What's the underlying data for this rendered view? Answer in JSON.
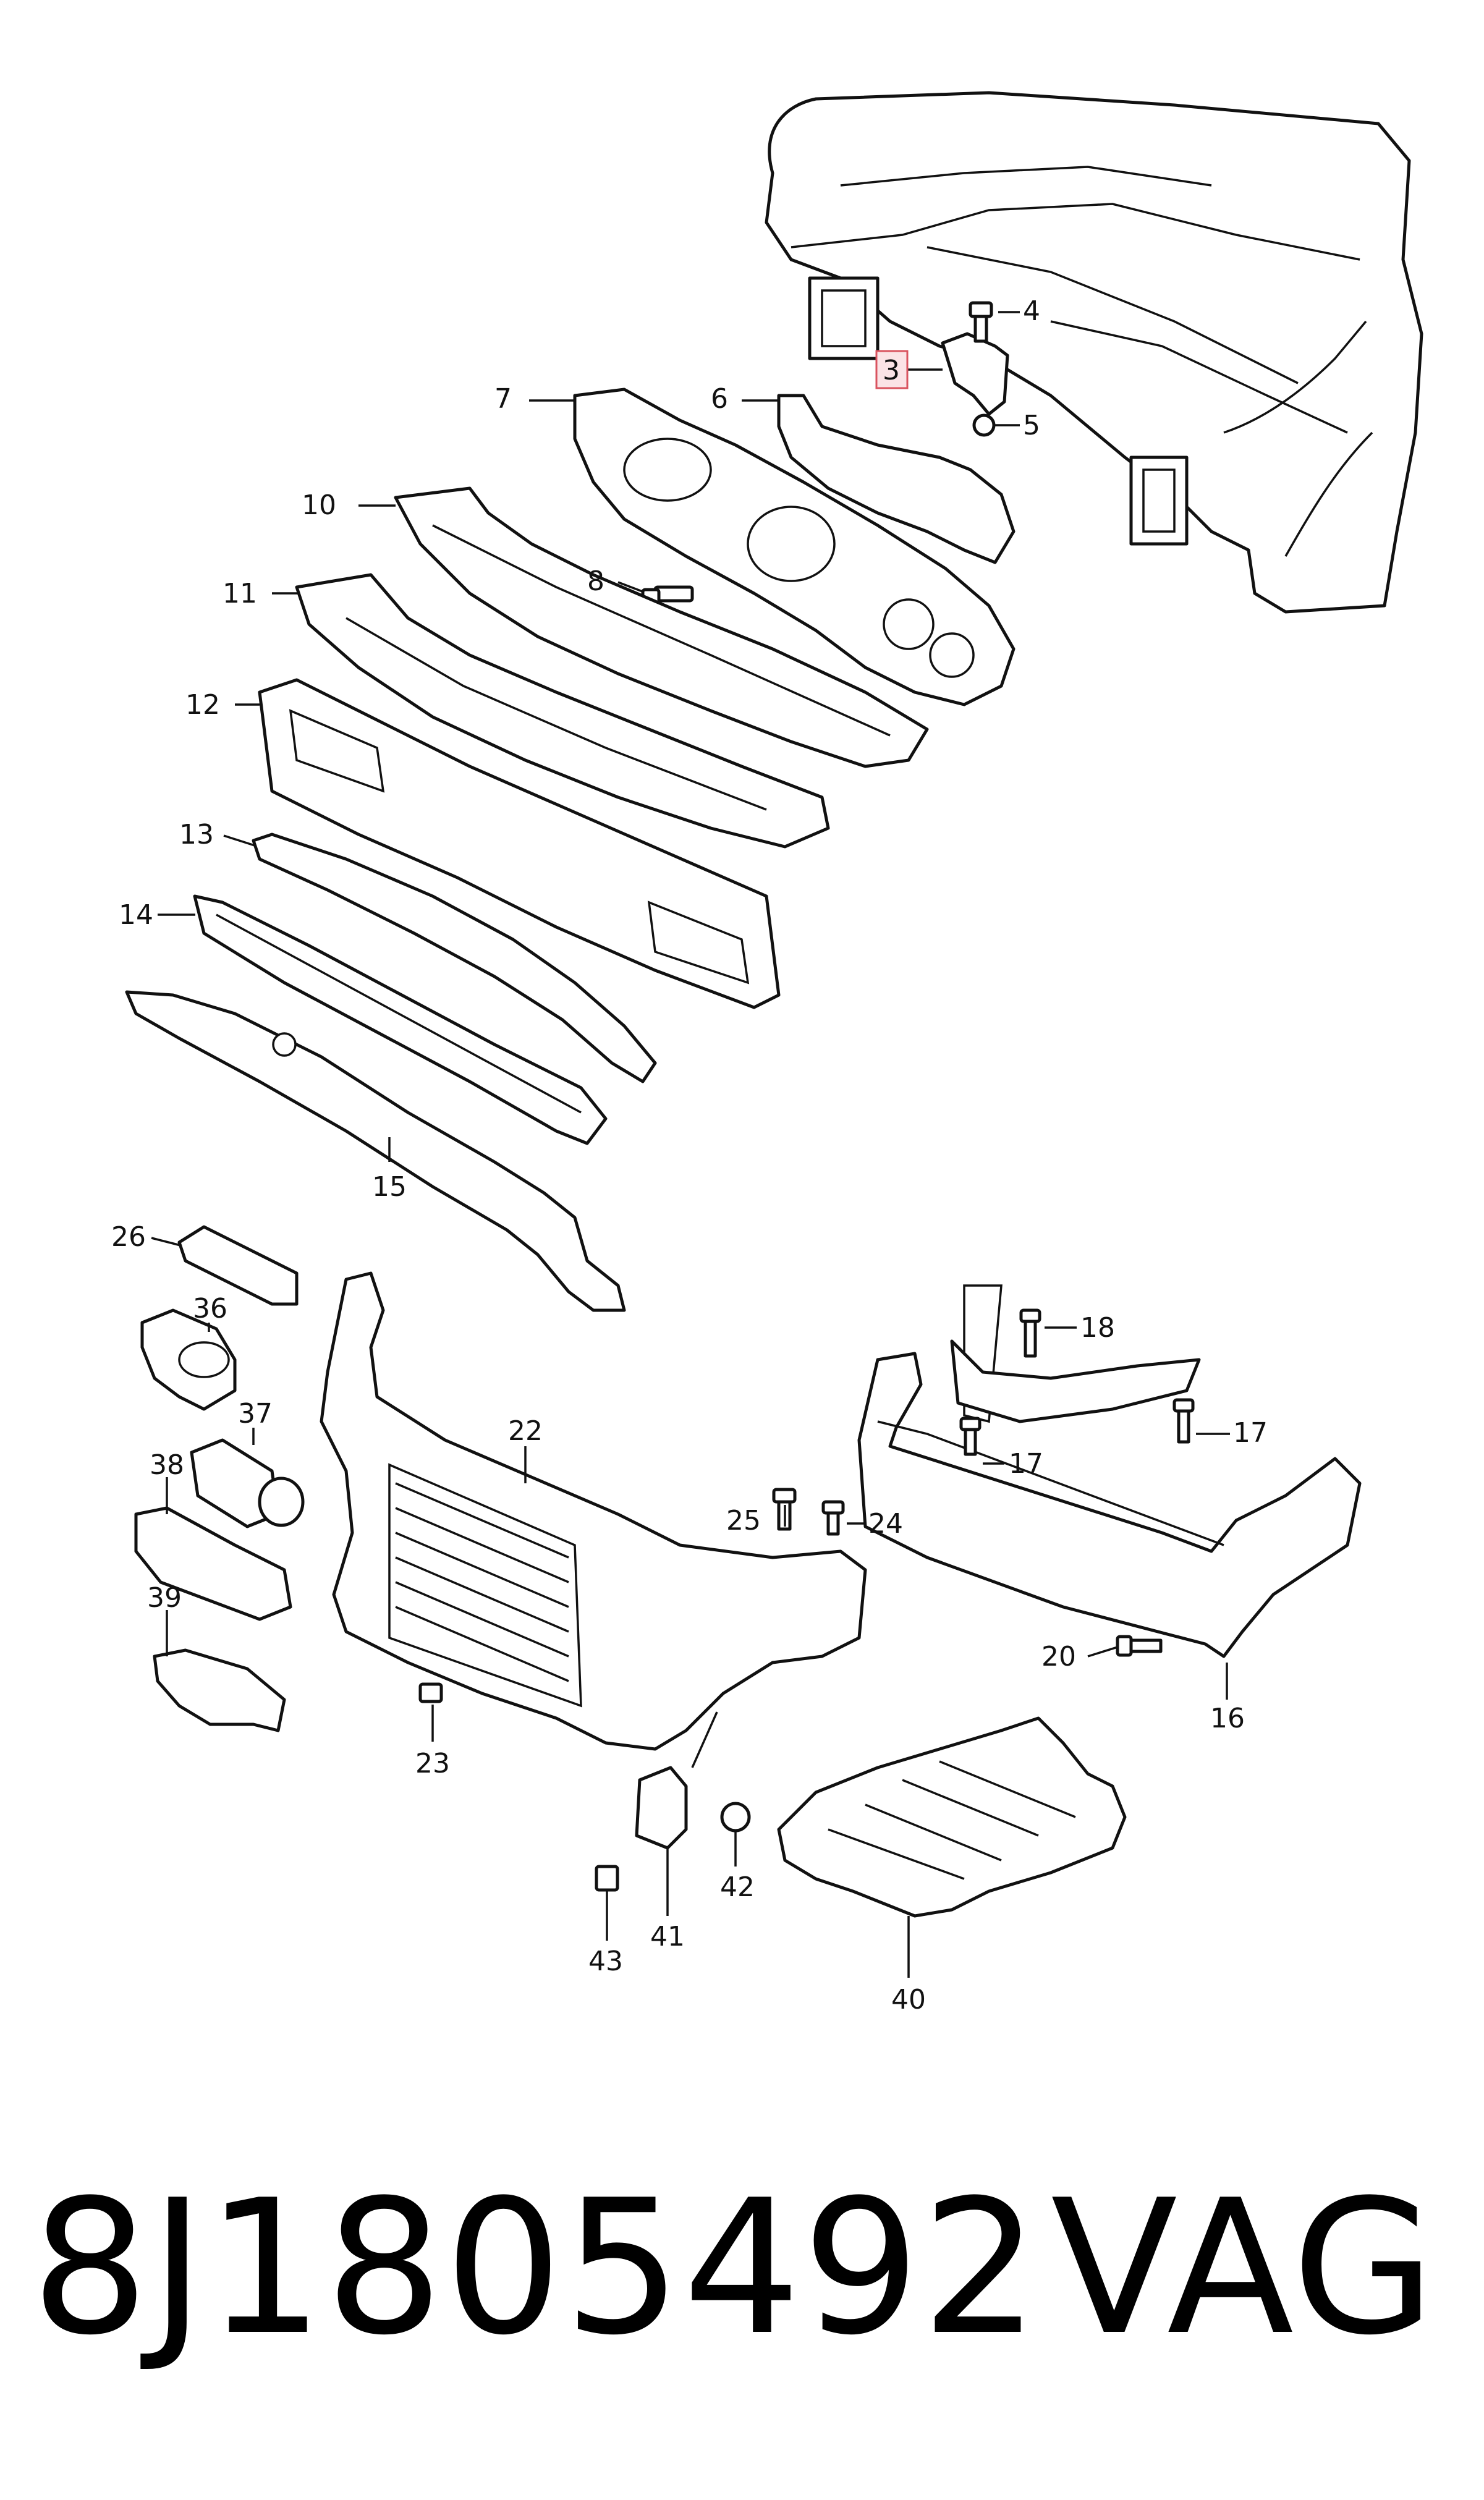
{
  "callouts": [
    {
      "id": "c3",
      "label": "3",
      "highlighted": true
    },
    {
      "id": "c4",
      "label": "4"
    },
    {
      "id": "c5",
      "label": "5"
    },
    {
      "id": "c6",
      "label": "6"
    },
    {
      "id": "c7",
      "label": "7"
    },
    {
      "id": "c8",
      "label": "8"
    },
    {
      "id": "c10",
      "label": "10"
    },
    {
      "id": "c11",
      "label": "11"
    },
    {
      "id": "c12",
      "label": "12"
    },
    {
      "id": "c13",
      "label": "13"
    },
    {
      "id": "c14",
      "label": "14"
    },
    {
      "id": "c15",
      "label": "15"
    },
    {
      "id": "c16",
      "label": "16"
    },
    {
      "id": "c17a",
      "label": "17"
    },
    {
      "id": "c17b",
      "label": "17"
    },
    {
      "id": "c18",
      "label": "18"
    },
    {
      "id": "c20",
      "label": "20"
    },
    {
      "id": "c22",
      "label": "22"
    },
    {
      "id": "c23",
      "label": "23"
    },
    {
      "id": "c24",
      "label": "24"
    },
    {
      "id": "c25",
      "label": "25"
    },
    {
      "id": "c26",
      "label": "26"
    },
    {
      "id": "c36",
      "label": "36"
    },
    {
      "id": "c37",
      "label": "37"
    },
    {
      "id": "c38",
      "label": "38"
    },
    {
      "id": "c39",
      "label": "39"
    },
    {
      "id": "c40",
      "label": "40"
    },
    {
      "id": "c41",
      "label": "41"
    },
    {
      "id": "c42",
      "label": "42"
    },
    {
      "id": "c43",
      "label": "43"
    }
  ],
  "footer": {
    "part_number": "8J1805492",
    "brand": "VAG"
  },
  "colors": {
    "line": "#111111",
    "highlight_border": "#d9535f",
    "highlight_fill": "#fbe3e6"
  }
}
